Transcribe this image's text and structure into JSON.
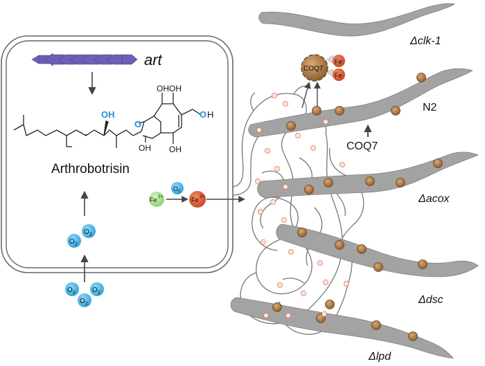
{
  "gene_cluster": {
    "label": "art",
    "color": "#6a5fb5"
  },
  "product": {
    "name": "Arthrobotrisin"
  },
  "molecule_labels": {
    "oh_left": "OH",
    "o_epoxide": "O",
    "oh_top1": "OH",
    "oh_top2": "OH",
    "oh_bottom1": "OH",
    "oh_bottom2": "OH",
    "oh_right_h": "H",
    "oh_right_o": "O"
  },
  "oxygen": {
    "label": "O",
    "subscript": "2",
    "color": "#3bb2e6"
  },
  "iron": {
    "fe2_label": "Fe",
    "fe2_charge": "2+",
    "fe2_color": "#9ee08a",
    "fe3_label": "Fe",
    "fe3_charge": "3+",
    "fe3_color": "#d9532a"
  },
  "coq7_complex": {
    "label": "COQ7",
    "fe_label": "Fe",
    "color": "#a06a32"
  },
  "worms": [
    {
      "label": "Δclk-1"
    },
    {
      "label": "N2"
    },
    {
      "label": "Δacox"
    },
    {
      "label": "Δdsc"
    },
    {
      "label": "Δlpd"
    }
  ],
  "coq7_pointer": {
    "label": "COQ7"
  },
  "colors": {
    "worm": "#9e9e9e",
    "trap": "#f4f4f4",
    "highlight_blue": "#1e8fd6",
    "arrow": "#444444",
    "particle": "#a67a4a"
  }
}
